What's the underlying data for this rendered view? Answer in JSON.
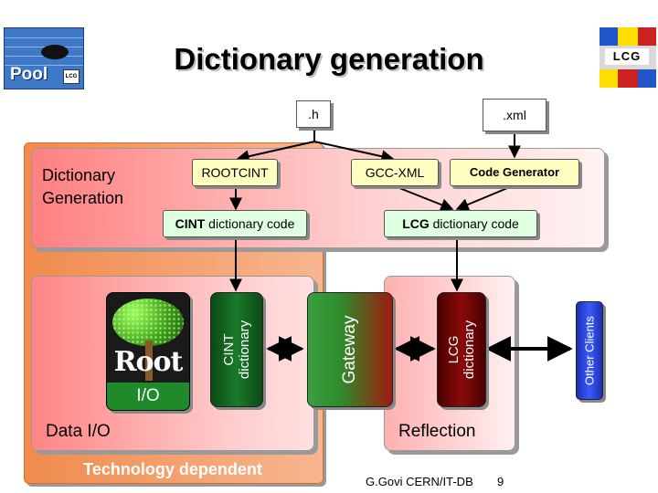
{
  "title": "Dictionary generation",
  "logos": {
    "pool": "Pool",
    "pool_mini": "LCG",
    "lcg": "LCG"
  },
  "inputs": {
    "h_file": ".h",
    "xml_file": ".xml"
  },
  "dictionary_generation": {
    "label_line1": "Dictionary",
    "label_line2": "Generation",
    "rootcint": "ROOTCINT",
    "gccxml": "GCC-XML",
    "code_generator": "Code Generator",
    "cint_code_bold": "CINT",
    "cint_code_rest": " dictionary code",
    "lcg_code_bold": "LCG",
    "lcg_code_rest": " dictionary code"
  },
  "data_io": {
    "label": "Data I/O",
    "root_word": "Root",
    "root_io": "I/O",
    "cint_dict_line1": "CINT",
    "cint_dict_line2": "dictionary"
  },
  "gateway": "Gateway",
  "reflection": {
    "label": "Reflection",
    "lcg_dict_line1": "LCG",
    "lcg_dict_line2": "dictionary"
  },
  "other_clients": "Other Clients",
  "technology_dependent": "Technology dependent",
  "footer": {
    "author": "G.Govi CERN/IT-DB",
    "page": "9"
  },
  "colors": {
    "tech_panel": "#f08b4c",
    "dict_panel": "#ff8080",
    "cint_dict": "#0a5a1a",
    "gateway_green": "#2f9a3a",
    "gateway_red": "#a01a10",
    "lcg_dict": "#6a0000",
    "other_clients": "#2244cc"
  }
}
